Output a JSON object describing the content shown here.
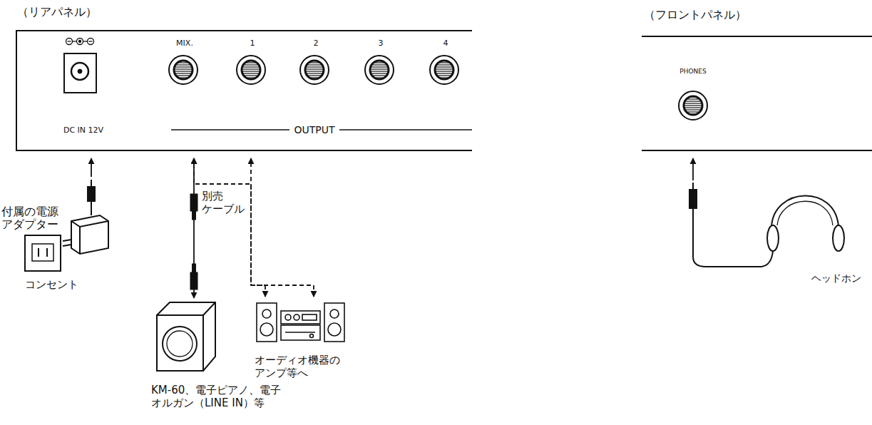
{
  "diagram": {
    "nodes": [
      {
        "text": [
          "（リアパネル）"
        ]
      },
      {
        "text": [
          "DC IN 12V"
        ],
        "in": 0
      },
      {
        "text": [
          "MIX."
        ],
        "in": 0
      },
      {
        "text": [
          "1"
        ],
        "in": 0
      },
      {
        "text": [
          "2"
        ],
        "in": 0
      },
      {
        "text": [
          "3"
        ],
        "in": 0
      },
      {
        "text": [
          "4"
        ],
        "in": 0
      },
      {
        "text": [
          "（フロントパネル）"
        ]
      },
      {
        "text": [
          "PHONES"
        ],
        "in": 7
      },
      {
        "text": [
          "付属の電源 アダプター"
        ]
      },
      {
        "text": [
          "コンセント"
        ]
      },
      {
        "text": [
          "KM-60、電子ピアノ、電子 オルガン（LINE IN）等"
        ]
      },
      {
        "text": [
          "オーディオ機器の アンプ等へ"
        ]
      },
      {
        "text": [
          "ヘッドホン"
        ]
      }
    ],
    "edges": [
      {
        "from": 9,
        "to": 1,
        "arrow": "to"
      },
      {
        "from": 11,
        "to": 2,
        "arrow": "both",
        "label": "別売 ケーブル"
      },
      {
        "from": 12,
        "to": 2,
        "arrow": "both"
      },
      {
        "from": 12,
        "to": 3,
        "arrow": "both"
      },
      {
        "from": 13,
        "to": 8,
        "arrow": "to"
      }
    ],
    "labels": [
      "OUTPUT"
    ]
  }
}
